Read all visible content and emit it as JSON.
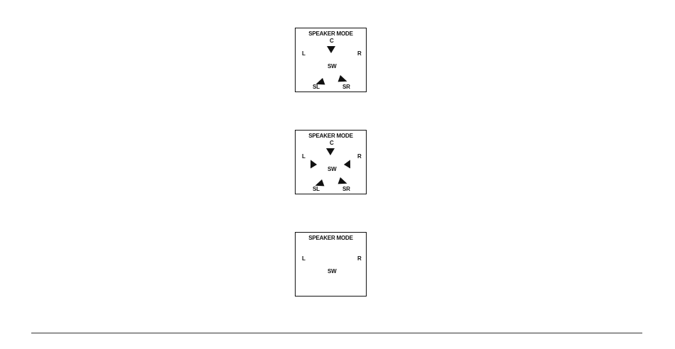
{
  "panels": [
    {
      "title": "SPEAKER MODE",
      "labels": {
        "c": "C",
        "l": "L",
        "r": "R",
        "sw": "SW",
        "sl": "SL",
        "sr": "SR"
      },
      "arrows": [
        "center",
        "surround-left",
        "surround-right"
      ]
    },
    {
      "title": "SPEAKER MODE",
      "labels": {
        "c": "C",
        "l": "L",
        "r": "R",
        "sw": "SW",
        "sl": "SL",
        "sr": "SR"
      },
      "arrows": [
        "center",
        "front-left",
        "front-right",
        "surround-left",
        "surround-right"
      ]
    },
    {
      "title": "SPEAKER MODE",
      "labels": {
        "l": "L",
        "r": "R",
        "sw": "SW"
      },
      "arrows": []
    }
  ]
}
